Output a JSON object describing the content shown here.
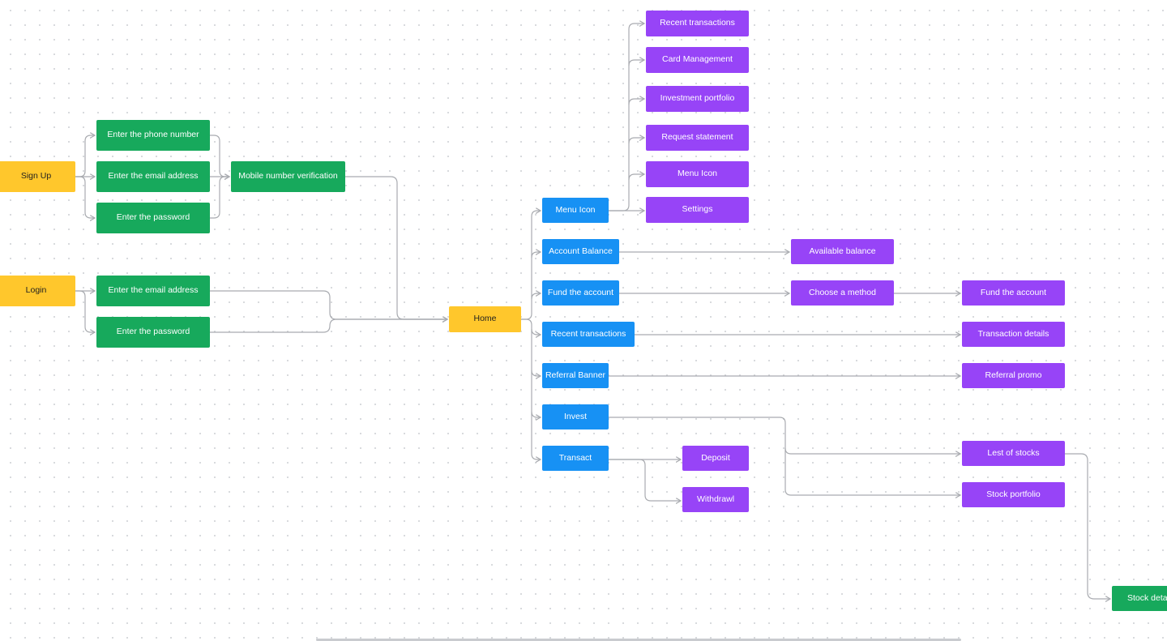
{
  "colors": {
    "start": "#ffc72c",
    "auth_step": "#17a95c",
    "home_section": "#1791f4",
    "destination": "#9744f7",
    "connector": "#a9abb0"
  },
  "nodes": {
    "signup": "Sign Up",
    "login": "Login",
    "signup_phone": "Enter the phone number",
    "signup_email": "Enter the email address",
    "signup_password": "Enter the password",
    "mobile_verification": "Mobile number verification",
    "login_email": "Enter the email address",
    "login_password": "Enter the password",
    "home": "Home",
    "menu_icon": "Menu Icon",
    "account_balance": "Account Balance",
    "fund_account": "Fund the account",
    "recent_transactions": "Recent transactions",
    "referral_banner": "Referral Banner",
    "invest": "Invest",
    "transact": "Transact",
    "menu_recent_transactions": "Recent transactions",
    "menu_card_management": "Card Management",
    "menu_investment_portfolio": "Investment portfolio",
    "menu_request_statement": "Request statement",
    "menu_menu_icon": "Menu Icon",
    "menu_settings": "Settings",
    "available_balance": "Available balance",
    "choose_method": "Choose a method",
    "fund_account_final": "Fund the account",
    "transaction_details": "Transaction details",
    "referral_promo": "Referral promo",
    "deposit": "Deposit",
    "withdrawl": "Withdrawl",
    "list_of_stocks": "Lest of stocks",
    "stock_portfolio": "Stock portfolio",
    "stock_details": "Stock details"
  }
}
